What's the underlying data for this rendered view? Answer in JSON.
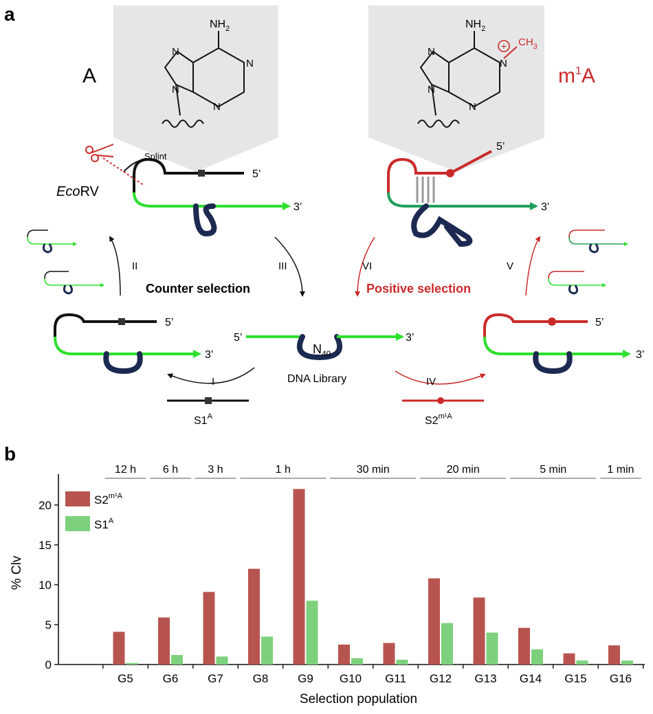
{
  "panel_a": {
    "label": "a",
    "left_base": {
      "letter": "A",
      "nh2": "NH",
      "nh2_sub": "2",
      "n": "N"
    },
    "right_base": {
      "letter_pre": "m",
      "letter_sup": "1",
      "letter_post": "A",
      "nh2": "NH",
      "nh2_sub": "2",
      "n": "N",
      "ch3": "CH",
      "ch3_sub": "3",
      "charge": "+"
    },
    "enzyme": {
      "italic": "Eco",
      "rest": "RV"
    },
    "splint": "Splint",
    "five_prime": "5’",
    "three_prime": "3’",
    "counter_label": "Counter selection",
    "positive_label": "Positive selection",
    "library_label": "DNA Library",
    "n40": "N",
    "n40_sub": "40",
    "steps": {
      "I": "I",
      "II": "II",
      "III": "III",
      "IV": "IV",
      "V": "V",
      "VI": "VI"
    },
    "s1": {
      "text": "S1",
      "sup": "A"
    },
    "s2": {
      "text": "S2",
      "sup": "m¹A"
    }
  },
  "panel_b": {
    "label": "b"
  },
  "chart_data": {
    "type": "bar",
    "xlabel": "Selection population",
    "ylabel": "% Clv",
    "categories": [
      "G5",
      "G6",
      "G7",
      "G8",
      "G9",
      "G10",
      "G11",
      "G12",
      "G13",
      "G14",
      "G15",
      "G16"
    ],
    "ylim": [
      0,
      23
    ],
    "yticks": [
      0,
      5,
      10,
      15,
      20
    ],
    "series": [
      {
        "name_main": "S2",
        "name_sup": "m¹A",
        "color": "#b85450",
        "values": [
          4.1,
          5.9,
          9.1,
          12.0,
          22.0,
          2.5,
          2.7,
          10.8,
          8.4,
          4.6,
          1.4,
          2.4
        ]
      },
      {
        "name_main": "S1",
        "name_sup": "A",
        "color": "#7dd17d",
        "values": [
          0.2,
          1.2,
          1.0,
          3.5,
          8.0,
          0.8,
          0.6,
          5.2,
          4.0,
          1.9,
          0.5,
          0.5
        ]
      }
    ],
    "time_groups": [
      {
        "label": "12 h",
        "from": 0,
        "to": 0
      },
      {
        "label": "6 h",
        "from": 1,
        "to": 1
      },
      {
        "label": "3 h",
        "from": 2,
        "to": 2
      },
      {
        "label": "1 h",
        "from": 3,
        "to": 4
      },
      {
        "label": "30 min",
        "from": 5,
        "to": 6
      },
      {
        "label": "20 min",
        "from": 7,
        "to": 8
      },
      {
        "label": "5 min",
        "from": 9,
        "to": 10
      },
      {
        "label": "1 min",
        "from": 11,
        "to": 11
      }
    ]
  }
}
